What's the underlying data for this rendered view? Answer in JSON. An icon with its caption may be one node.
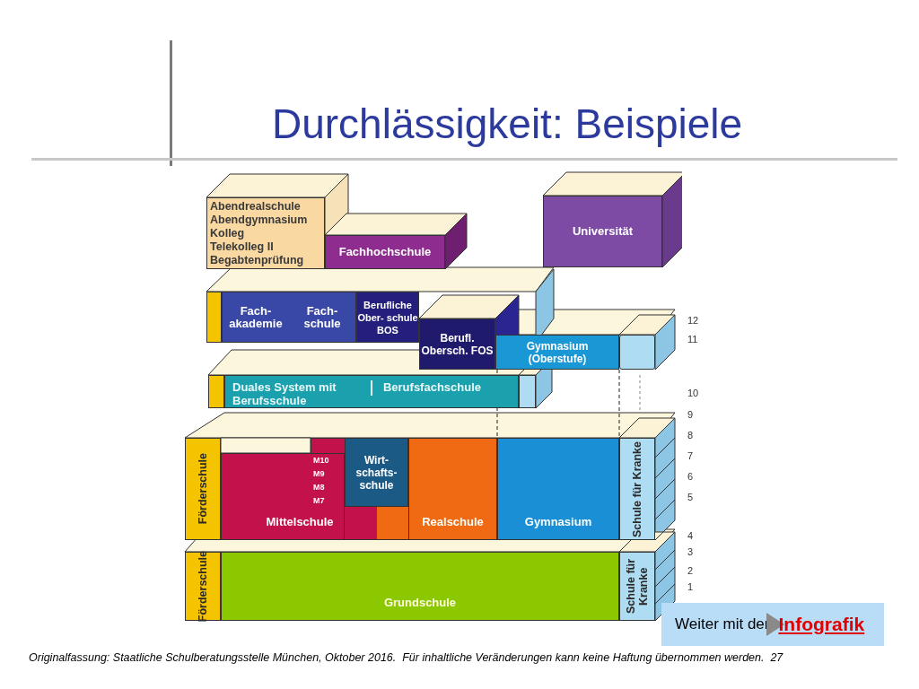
{
  "diagram": {
    "title": "Durchlässigkeit: Beispiele",
    "nodes": [
      {
        "text": [
          "Abendrealschule",
          "Abendgymnasium",
          "Kolleg",
          "Telekolleg II",
          "Begabtenprüfung"
        ]
      },
      {
        "text": [
          "Fachhochschule"
        ]
      },
      {
        "text": [
          "Universität"
        ]
      },
      {
        "text": [],
        "shape": "bar"
      },
      {
        "text": [
          "Fach- akademie",
          "Fach- schule"
        ]
      },
      {
        "text": [
          "Berufliche Ober- schule BOS"
        ]
      },
      {
        "text": [
          "Berufl. Obersch. FOS"
        ]
      },
      {
        "text": [
          "Gymnasium (Oberstufe)"
        ]
      },
      {
        "text": [],
        "shape": "box"
      },
      {
        "text": [],
        "shape": "bar"
      },
      {
        "text": [
          "Duales System mit Berufsschule",
          "Berufsfachschule"
        ]
      },
      {
        "text": [],
        "shape": "bar"
      },
      {
        "text": [
          "Förderschule"
        ]
      },
      {
        "text": [
          "Mittelschule",
          "M10",
          "M9",
          "M8",
          "M7"
        ]
      },
      {
        "text": [
          "Wirt- schafts- schule"
        ]
      },
      {
        "text": [
          "Realschule"
        ]
      },
      {
        "text": [
          "Gymnasium"
        ]
      },
      {
        "text": [
          "Schule für Kranke"
        ]
      },
      {
        "text": [
          "Förderschule"
        ]
      },
      {
        "text": [
          "Grundschule"
        ]
      },
      {
        "text": [
          "Schule für Kranke"
        ]
      },
      {
        "text": [
          "Weiter mit der",
          "Infografik"
        ]
      }
    ],
    "labels": [
      "12",
      "11",
      "10",
      "9",
      "8",
      "7",
      "6",
      "5",
      "4",
      "3",
      "2",
      "1"
    ],
    "caption": "Originalfassung: Staatliche Schulberatungsstelle München, Oktober 2016.  Für inhaltliche Veränderungen kann keine Haftung übernommen werden.  27"
  }
}
